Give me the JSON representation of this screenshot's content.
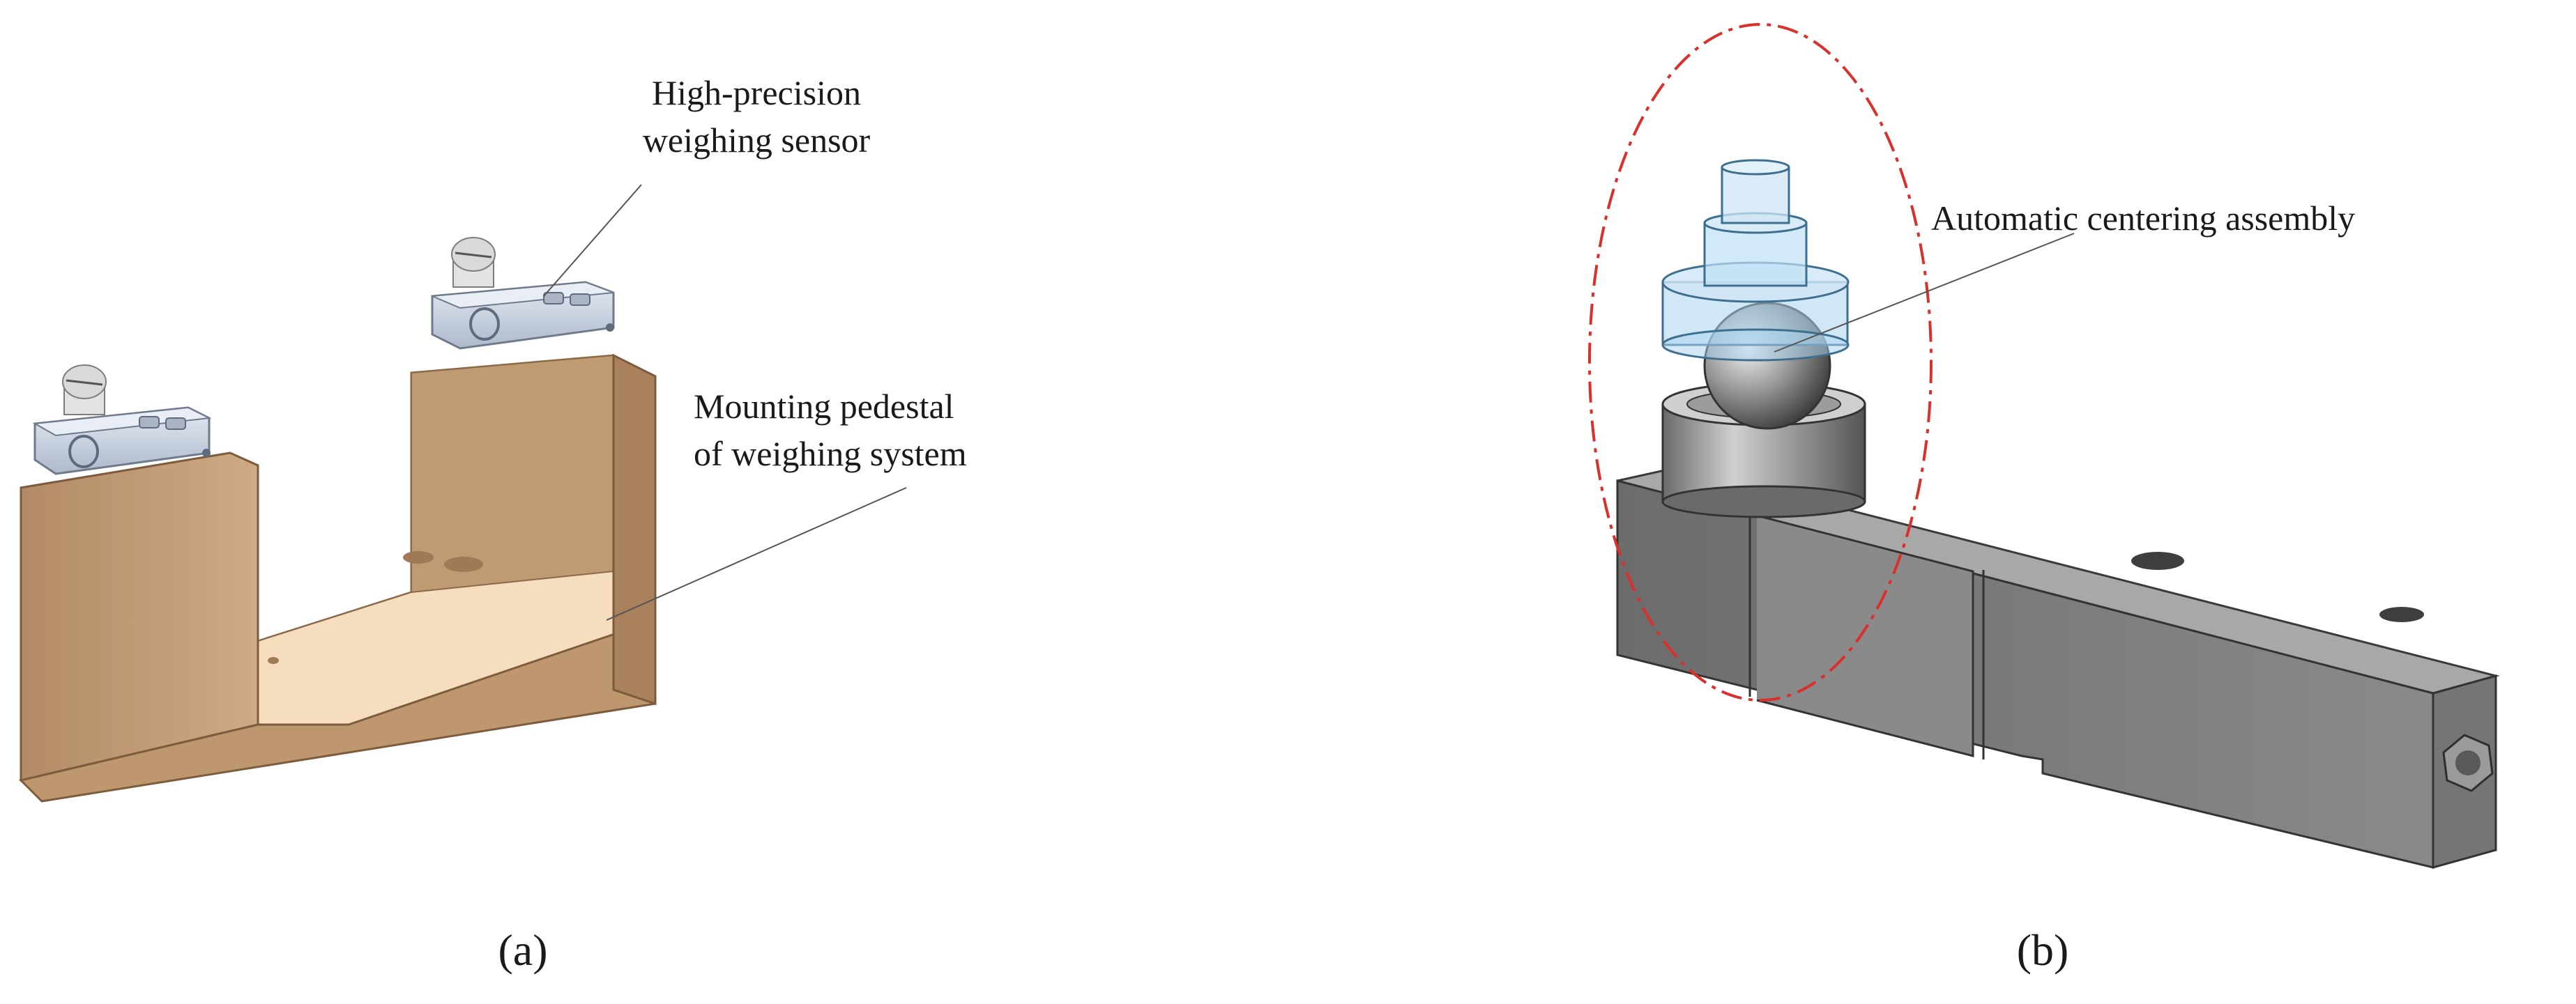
{
  "panel_a": {
    "label_sensor_line1": "High-precision",
    "label_sensor_line2": "weighing sensor",
    "label_pedestal_line1": "Mounting pedestal",
    "label_pedestal_line2": "of weighing system",
    "caption": "(a)"
  },
  "panel_b": {
    "label_centering": "Automatic centering assembly",
    "caption": "(b)"
  },
  "colors": {
    "pedestal_front": "#c8a27c",
    "pedestal_top": "#f0d2ae",
    "pedestal_side": "#b89068",
    "sensor_metal": "#c9d3e3",
    "loadcell_body": "#7c7c7c",
    "glass_blue": "#a9d3ef",
    "highlight_ellipse": "#d9302c"
  }
}
